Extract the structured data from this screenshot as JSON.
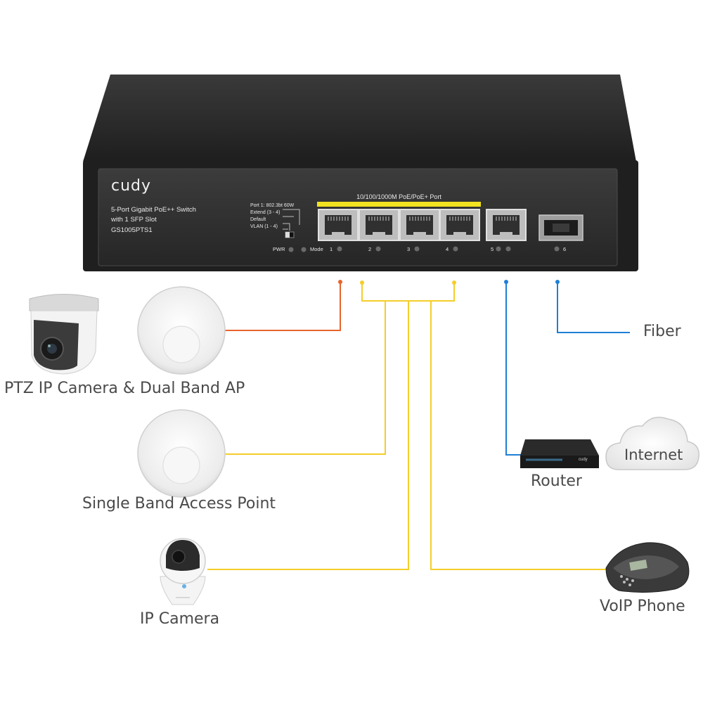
{
  "switch": {
    "brand": "cudy",
    "model_line1": "5-Port Gigabit PoE++ Switch",
    "model_line2": "with 1 SFP Slot",
    "model_id": "GS1005PTS1",
    "dip_line1": "Port 1: 802.3bt 60W",
    "dip_line2": "Extend (3 - 4)",
    "dip_line3": "Default",
    "dip_line4": "VLAN (1 - 4)",
    "pwr_label": "PWR",
    "mode_label": "Mode",
    "poe_banner": "10/100/1000M PoE/PoE+ Port",
    "port_numbers": [
      "1",
      "2",
      "3",
      "4",
      "5",
      "6"
    ]
  },
  "devices": {
    "ptz_label": "PTZ IP Camera & Dual Band AP",
    "single_ap_label": "Single Band Access Point",
    "ip_camera_label": "IP Camera",
    "fiber_label": "Fiber",
    "router_label": "Router",
    "router_brand": "cudy",
    "internet_label": "Internet",
    "voip_label": "VoIP Phone"
  },
  "colors": {
    "poe_plus_plus_line": "#e8642c",
    "poe_line": "#f5cd2a",
    "uplink_line": "#1f7fd4",
    "switch_body": "#2a2a2a",
    "label_text": "#4a4a4a"
  }
}
